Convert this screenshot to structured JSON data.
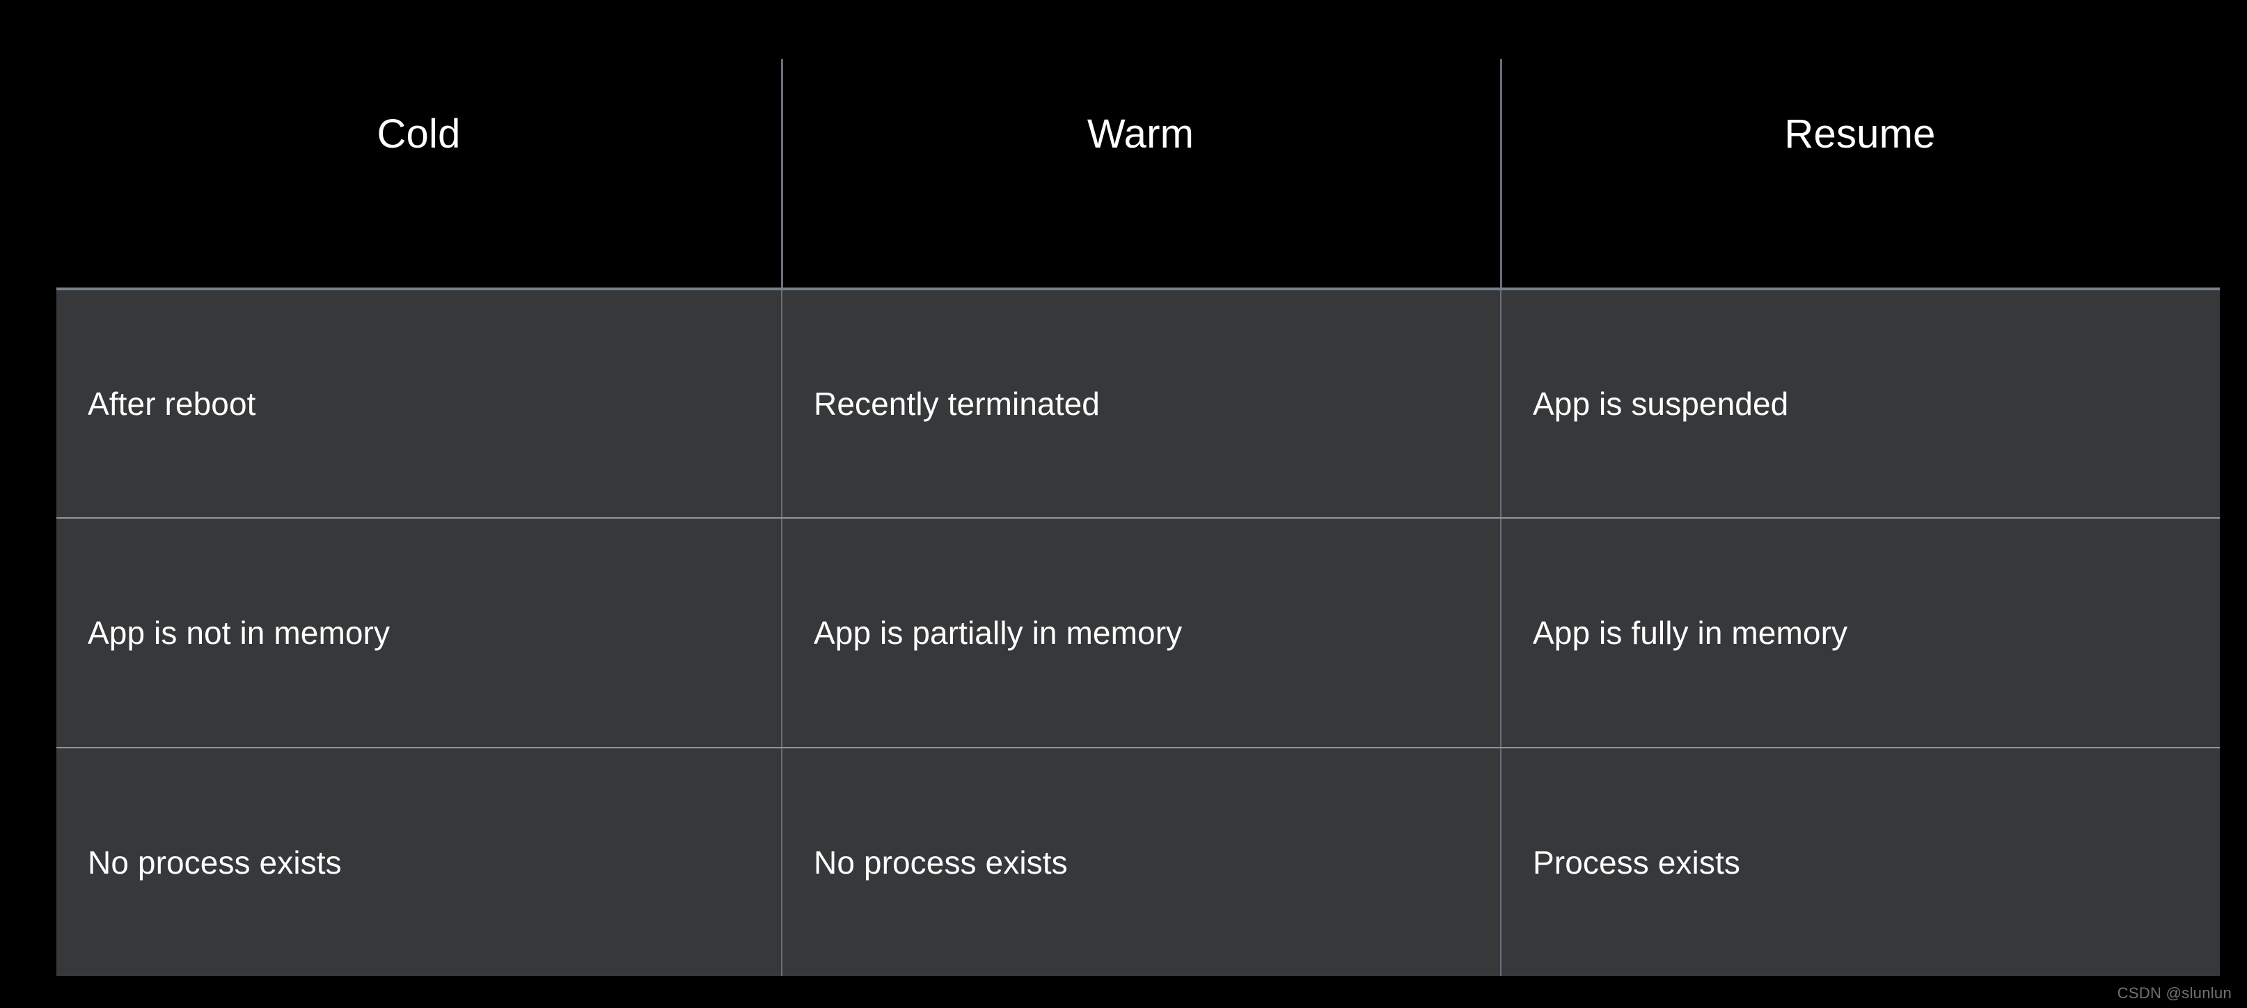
{
  "slide": {
    "background_color": "#000000",
    "table_background_color": "#36383a",
    "divider_color": "#6a7078",
    "table_top_border_color": "#79828b",
    "text_color": "#ffffff",
    "watermark_color": "#6f7276"
  },
  "table": {
    "headers": [
      "Cold",
      "Warm",
      "Resume"
    ],
    "rows": [
      [
        "After reboot",
        "Recently terminated",
        "App is suspended"
      ],
      [
        "App is not in memory",
        "App is partially in memory",
        "App is fully in memory"
      ],
      [
        "No process exists",
        "No process exists",
        "Process exists"
      ]
    ]
  },
  "watermark": {
    "text": "CSDN @slunlun"
  }
}
